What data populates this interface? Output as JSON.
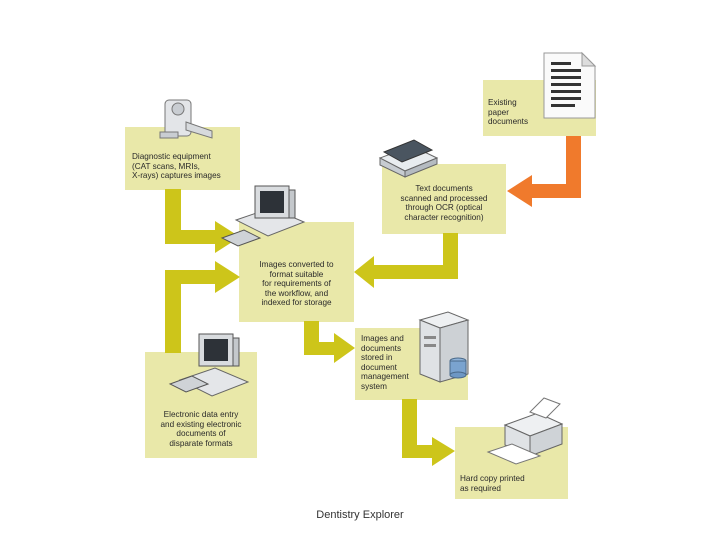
{
  "nodes": {
    "paper_docs": {
      "label": "Existing\npaper\ndocuments"
    },
    "diagnostic": {
      "label": "Diagnostic equipment\n(CAT scans, MRIs,\nX-rays) captures images"
    },
    "ocr": {
      "label": "Text documents\nscanned and processed\nthrough OCR (optical\ncharacter recognition)"
    },
    "converted": {
      "label": "Images converted to\nformat suitable\nfor requirements of\nthe workflow, and\nindexed for storage"
    },
    "electronic": {
      "label": "Electronic data entry\nand existing electronic\ndocuments of\ndisparate formats"
    },
    "stored": {
      "label": "Images and\ndocuments\nstored in\ndocument\nmanagement\nsystem"
    },
    "printed": {
      "label": "Hard copy printed\nas required"
    }
  },
  "colors": {
    "box": "#e9e8a9",
    "arrow": "#cdc51a",
    "arrow_accent": "#f07a2c"
  },
  "icons": [
    "document-icon",
    "scanner-icon",
    "diagnostic-machine-icon",
    "computer-icon",
    "computer-icon",
    "server-icon",
    "printer-icon"
  ],
  "footer": "Dentistry Explorer"
}
